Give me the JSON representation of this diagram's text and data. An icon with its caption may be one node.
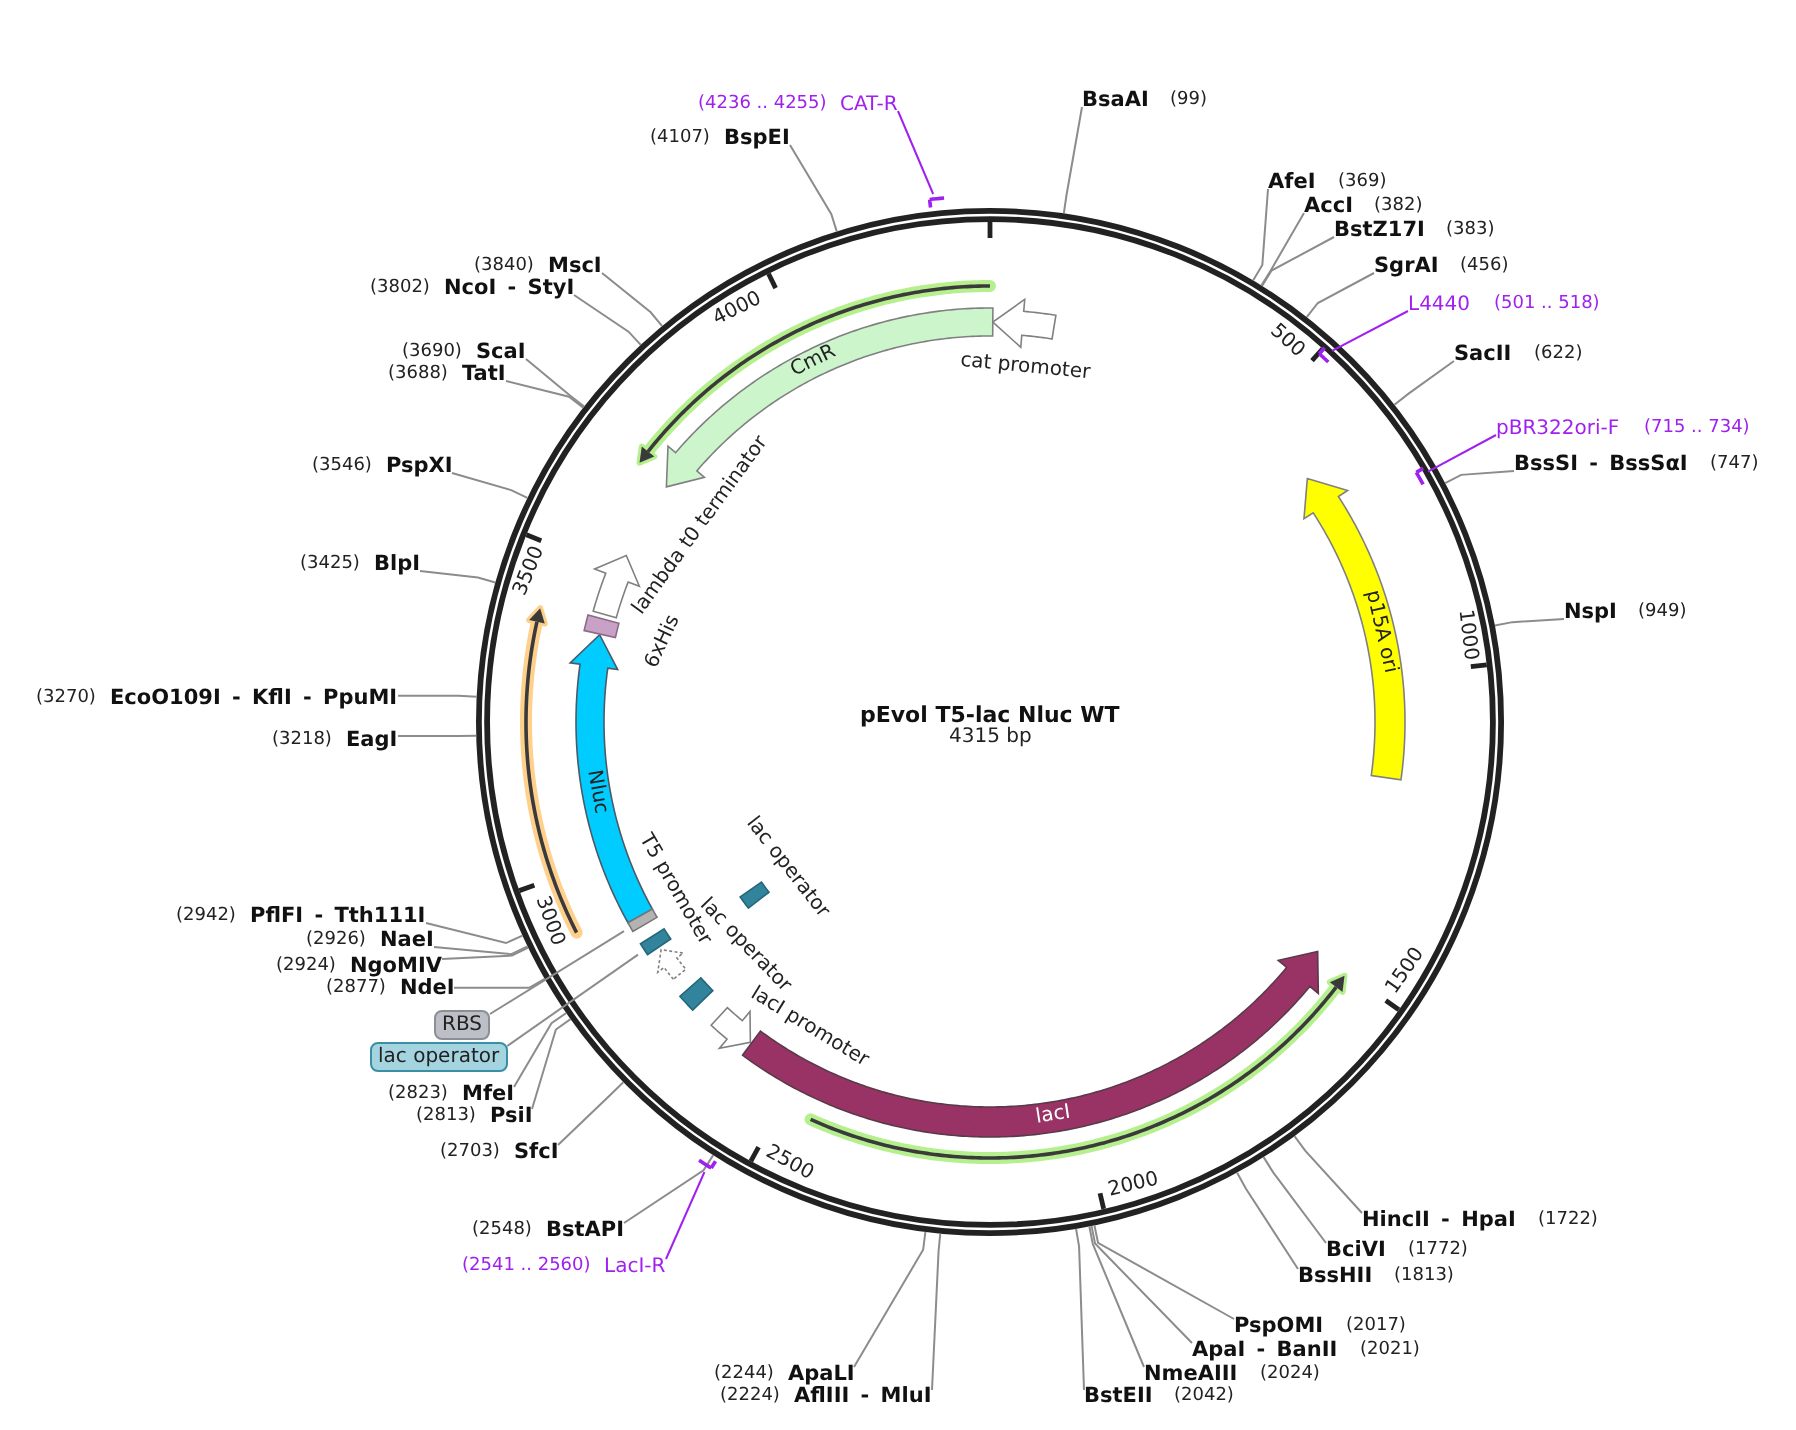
{
  "diagram": {
    "nodes": [
      {
        "text": [
          "pEvol T5-lac Nluc WT",
          "4315 bp"
        ]
      },
      {
        "text": [
          "cat promoter"
        ],
        "in": 0
      },
      {
        "text": [
          "CmR"
        ],
        "in": 0
      },
      {
        "text": [
          "lambda t0 terminator"
        ],
        "in": 0
      },
      {
        "text": [
          "6xHis"
        ],
        "in": 0
      },
      {
        "text": [
          "Nluc"
        ],
        "in": 0
      },
      {
        "text": [],
        "shape": "box",
        "in": 0
      },
      {
        "text": [],
        "shape": "box",
        "in": 0
      },
      {
        "text": [
          "T5 promoter"
        ],
        "in": 0
      },
      {
        "text": [
          "lac operator"
        ],
        "in": 0
      },
      {
        "text": [
          "lac operator"
        ],
        "in": 0
      },
      {
        "text": [
          "lacI promoter"
        ],
        "in": 0
      },
      {
        "text": [
          "lacI"
        ],
        "in": 0
      },
      {
        "text": [
          "p15A ori"
        ],
        "in": 0
      },
      {
        "text": [
          "BsaAI",
          "(99)"
        ]
      },
      {
        "text": [
          "AfeI",
          "(369)"
        ]
      },
      {
        "text": [
          "AccI",
          "(382)"
        ]
      },
      {
        "text": [
          "BstZ17I",
          "(383)"
        ]
      },
      {
        "text": [
          "SgrAI",
          "(456)"
        ]
      },
      {
        "text": [
          "L4440",
          "(501 .. 518)"
        ]
      },
      {
        "text": [
          "SacII",
          "(622)"
        ]
      },
      {
        "text": [
          "pBR322ori-F",
          "(715 .. 734)"
        ]
      },
      {
        "text": [
          "BssSI - BssSαI",
          "(747)"
        ]
      },
      {
        "text": [
          "NspI",
          "(949)"
        ]
      },
      {
        "text": [
          "HincII - HpaI",
          "(1722)"
        ]
      },
      {
        "text": [
          "BciVI",
          "(1772)"
        ]
      },
      {
        "text": [
          "BssHII",
          "(1813)"
        ]
      },
      {
        "text": [
          "PspOMI",
          "(2017)"
        ]
      },
      {
        "text": [
          "ApaI - BanII",
          "(2021)"
        ]
      },
      {
        "text": [
          "NmeAIII",
          "(2024)"
        ]
      },
      {
        "text": [
          "BstEII",
          "(2042)"
        ]
      },
      {
        "text": [
          "(2224)",
          "AflIII - MluI"
        ]
      },
      {
        "text": [
          "(2244)",
          "ApaLI"
        ]
      },
      {
        "text": [
          "(2541 .. 2560)",
          "LacI-R"
        ]
      },
      {
        "text": [
          "(2548)",
          "BstAPI"
        ]
      },
      {
        "text": [
          "(2703)",
          "SfcI"
        ]
      },
      {
        "text": [
          "(2813)",
          "PsiI"
        ]
      },
      {
        "text": [
          "(2823)",
          "MfeI"
        ]
      },
      {
        "text": [
          "lac operator"
        ]
      },
      {
        "text": [
          "RBS"
        ]
      },
      {
        "text": [
          "(2877)",
          "NdeI"
        ]
      },
      {
        "text": [
          "(2924)",
          "NgoMIV"
        ]
      },
      {
        "text": [
          "(2926)",
          "NaeI"
        ]
      },
      {
        "text": [
          "(2942)",
          "PflFI - Tth111I"
        ]
      },
      {
        "text": [
          "(3218)",
          "EagI"
        ]
      },
      {
        "text": [
          "(3270)",
          "EcoO109I - KflI - PpuMI"
        ]
      },
      {
        "text": [
          "(3425)",
          "BlpI"
        ]
      },
      {
        "text": [
          "(3546)",
          "PspXI"
        ]
      },
      {
        "text": [
          "(3688)",
          "TatI"
        ]
      },
      {
        "text": [
          "(3690)",
          "ScaI"
        ]
      },
      {
        "text": [
          "(3802)",
          "NcoI - StyI"
        ]
      },
      {
        "text": [
          "(3840)",
          "MscI"
        ]
      },
      {
        "text": [
          "(4107)",
          "BspEI"
        ]
      },
      {
        "text": [
          "(4236 .. 4255)",
          "CAT-R"
        ]
      },
      {
        "text": [],
        "shape": "bar",
        "in": 0
      },
      {
        "text": [],
        "shape": "bar",
        "in": 0
      },
      {
        "text": [],
        "shape": "bar"
      },
      {
        "text": [],
        "shape": "bar"
      }
    ],
    "edges": [
      {
        "from": 14,
        "to": 0,
        "arrow": "none"
      },
      {
        "from": 15,
        "to": 0,
        "arrow": "none"
      },
      {
        "from": 16,
        "to": 0,
        "arrow": "none"
      },
      {
        "from": 17,
        "to": 0,
        "arrow": "none"
      },
      {
        "from": 18,
        "to": 0,
        "arrow": "none"
      },
      {
        "from": 19,
        "to": 54,
        "arrow": "none",
        "color": "#a020f0"
      },
      {
        "from": 20,
        "to": 0,
        "arrow": "none"
      },
      {
        "from": 21,
        "to": 55,
        "arrow": "none",
        "color": "#a020f0"
      },
      {
        "from": 22,
        "to": 0,
        "arrow": "none"
      },
      {
        "from": 23,
        "to": 0,
        "arrow": "none"
      },
      {
        "from": 24,
        "to": 0,
        "arrow": "none"
      },
      {
        "from": 25,
        "to": 0,
        "arrow": "none"
      },
      {
        "from": 26,
        "to": 0,
        "arrow": "none"
      },
      {
        "from": 27,
        "to": 0,
        "arrow": "none"
      },
      {
        "from": 28,
        "to": 0,
        "arrow": "none"
      },
      {
        "from": 29,
        "to": 0,
        "arrow": "none"
      },
      {
        "from": 30,
        "to": 0,
        "arrow": "none"
      },
      {
        "from": 31,
        "to": 0,
        "arrow": "none"
      },
      {
        "from": 32,
        "to": 0,
        "arrow": "none"
      },
      {
        "from": 33,
        "to": 56,
        "arrow": "none",
        "color": "#a020f0"
      },
      {
        "from": 34,
        "to": 0,
        "arrow": "none"
      },
      {
        "from": 35,
        "to": 0,
        "arrow": "none"
      },
      {
        "from": 36,
        "to": 0,
        "arrow": "none"
      },
      {
        "from": 37,
        "to": 0,
        "arrow": "none"
      },
      {
        "from": 38,
        "to": 7,
        "arrow": "none"
      },
      {
        "from": 39,
        "to": 6,
        "arrow": "none"
      },
      {
        "from": 40,
        "to": 0,
        "arrow": "none"
      },
      {
        "from": 41,
        "to": 0,
        "arrow": "none"
      },
      {
        "from": 42,
        "to": 0,
        "arrow": "none"
      },
      {
        "from": 43,
        "to": 0,
        "arrow": "none"
      },
      {
        "from": 44,
        "to": 0,
        "arrow": "none"
      },
      {
        "from": 45,
        "to": 0,
        "arrow": "none"
      },
      {
        "from": 46,
        "to": 0,
        "arrow": "none"
      },
      {
        "from": 47,
        "to": 0,
        "arrow": "none"
      },
      {
        "from": 48,
        "to": 0,
        "arrow": "none"
      },
      {
        "from": 49,
        "to": 0,
        "arrow": "none"
      },
      {
        "from": 50,
        "to": 0,
        "arrow": "none"
      },
      {
        "from": 51,
        "to": 0,
        "arrow": "none"
      },
      {
        "from": 52,
        "to": 0,
        "arrow": "none"
      },
      {
        "from": 53,
        "to": 57,
        "arrow": "none",
        "color": "#a020f0"
      }
    ],
    "labels": [
      "500",
      "1000",
      "1500",
      "2000",
      "2500",
      "3000",
      "3500",
      "4000"
    ]
  }
}
